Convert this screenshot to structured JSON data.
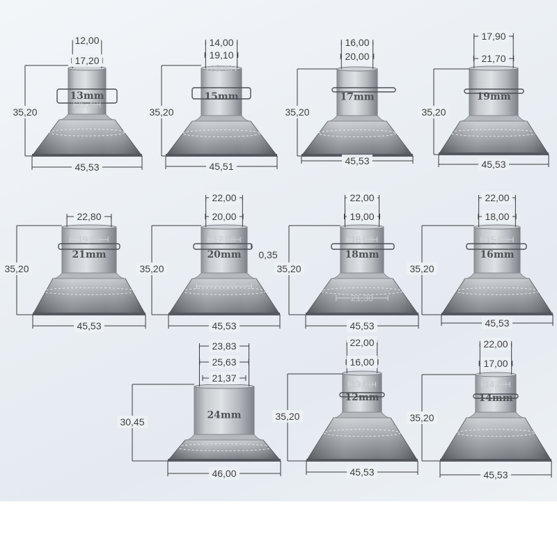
{
  "flanges": [
    {
      "size_label": "13mm",
      "top_dim": "12,00",
      "second_dim": "17,20",
      "inner_dim": "25,40",
      "height_dim": "35,20",
      "base_dim": "45,53"
    },
    {
      "size_label": "15mm",
      "top_dim": "14,00",
      "second_dim": "19,10",
      "inner_dim": "25,40",
      "height_dim": "35,20",
      "base_dim": "45,51"
    },
    {
      "size_label": "17mm",
      "top_dim": "16,00",
      "second_dim": "20,00",
      "height_dim": "35,20",
      "base_dim": "45,53"
    },
    {
      "size_label": "19mm",
      "top_dim": "17,90",
      "second_dim": "21,70",
      "height_dim": "35,20",
      "base_dim": "45,53"
    },
    {
      "size_label": "21mm",
      "top_dim": "22,80",
      "inner_dim": "19,80",
      "height_dim": "35,20",
      "base_dim": "45,53"
    },
    {
      "size_label": "20mm",
      "top_dim": "22,00",
      "second_dim": "20,00",
      "inner_dim": "17,00",
      "side_dim": "0,35",
      "bottom_inner_dim": "21,30",
      "height_dim": "35,20",
      "base_dim": "45,53"
    },
    {
      "size_label": "18mm",
      "top_dim": "22,00",
      "second_dim": "19,00",
      "inner_dim": "16,00",
      "bottom_inner_dim": "21,30",
      "height_dim": "35,20",
      "base_dim": "45,53"
    },
    {
      "size_label": "16mm",
      "top_dim": "22,00",
      "second_dim": "18,00",
      "inner_dim": "15,00",
      "height_dim": "35,20",
      "base_dim": "45,53"
    },
    {
      "size_label": "24mm",
      "top_dim": "23,83",
      "second_dim": "25,63",
      "third_dim": "21,37",
      "height_dim": "30,45",
      "base_dim": "46,00"
    },
    {
      "size_label": "12mm",
      "top_dim": "22,00",
      "second_dim": "16,00",
      "inner_dim": "13,00",
      "height_dim": "35,20",
      "base_dim": "45,53"
    },
    {
      "size_label": "14mm",
      "top_dim": "22,00",
      "second_dim": "17,00",
      "inner_dim": "14,00",
      "height_dim": "35,20",
      "base_dim": "45,53"
    }
  ],
  "colors": {
    "body_light": "#d8dbdf",
    "body_mid": "#aeb2b7",
    "body_dark": "#72767c",
    "cone_dark": "#5d6167",
    "dimension_line": "#3a3a3a"
  }
}
